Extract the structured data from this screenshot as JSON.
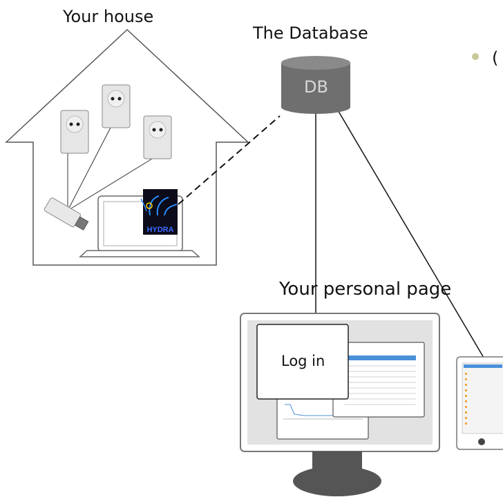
{
  "labels": {
    "house": "Your house",
    "database": "The Database",
    "db_short": "DB",
    "personal_page": "Your personal page",
    "login": "Log in",
    "hydra": "HYDRA",
    "bullet_fragment": "("
  },
  "colors": {
    "db_fill": "#6f6f6f",
    "db_top": "#8a8a8a",
    "plug_fill": "#e6e6e6",
    "stand": "#555555",
    "bullet": "#c8c896",
    "hydra_bg": "#0b0b1a",
    "hydra_text": "#3d6bff",
    "hydra_accent": "#2a8cff"
  },
  "icons": [
    "house-icon",
    "power-plug-icon",
    "usb-stick-icon",
    "laptop-icon",
    "hydra-logo",
    "database-icon",
    "monitor-icon",
    "tablet-icon"
  ]
}
